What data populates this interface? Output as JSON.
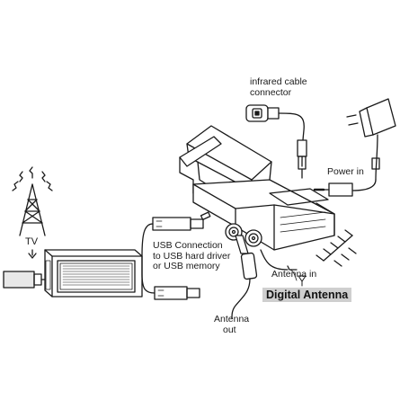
{
  "labels": {
    "infrared": [
      "infrared cable",
      "connector"
    ],
    "power_in": "Power in",
    "usb": [
      "USB Connection",
      "to USB hard driver",
      "or USB memory"
    ],
    "antenna_in": "Antenna in",
    "antenna_out": [
      "Antenna",
      "out"
    ],
    "tv": "TV",
    "digital_antenna": "Digital Antenna"
  },
  "colors": {
    "line": "#1a1a1a",
    "accent_gray": "#cfcfcf"
  }
}
